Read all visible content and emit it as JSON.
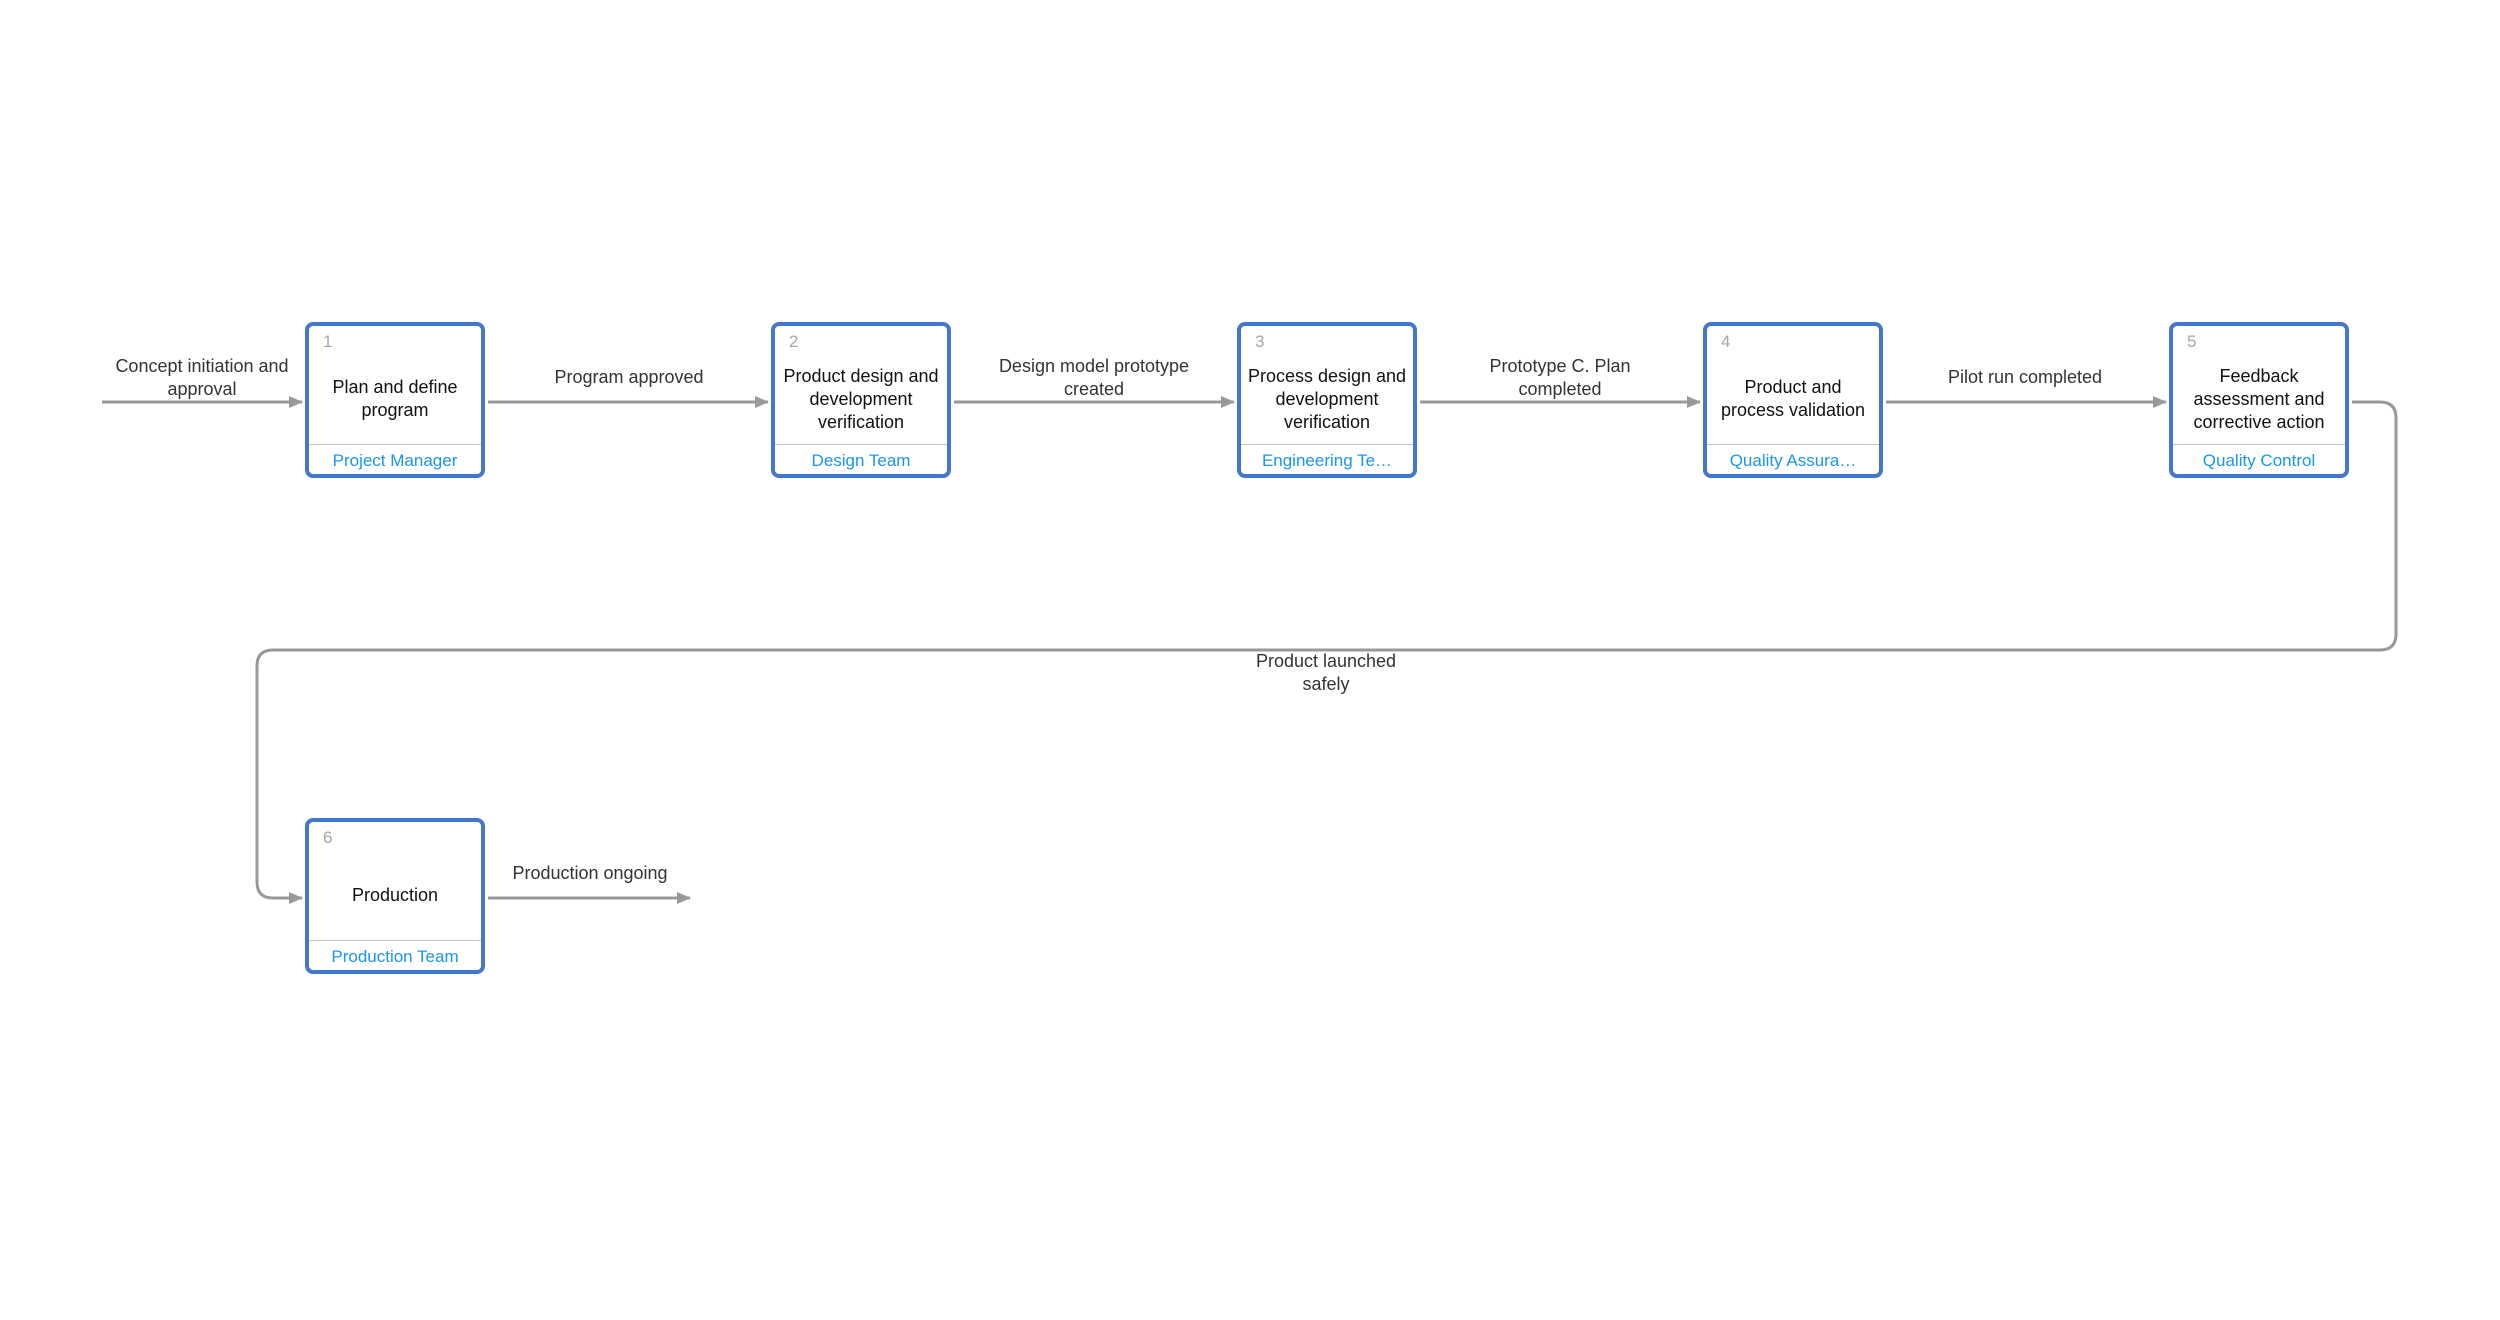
{
  "colors": {
    "node_border": "#4577c9",
    "node_number": "#a6a6a6",
    "owner_text": "#1a97e8",
    "connector": "#999999",
    "label_text": "#333333"
  },
  "flow": {
    "entry_label": "Concept initiation and approval",
    "steps": [
      {
        "number": "1",
        "title": "Plan and define program",
        "owner": "Project Manager",
        "outgoing_label": "Program approved"
      },
      {
        "number": "2",
        "title": "Product design and development verification",
        "owner": "Design Team",
        "outgoing_label": "Design model prototype created"
      },
      {
        "number": "3",
        "title": "Process design and development verification",
        "owner": "Engineering Te…",
        "outgoing_label": "Prototype C. Plan completed"
      },
      {
        "number": "4",
        "title": "Product and process validation",
        "owner": "Quality Assura…",
        "outgoing_label": "Pilot run completed"
      },
      {
        "number": "5",
        "title": "Feedback assessment and corrective action",
        "owner": "Quality Control",
        "outgoing_label": "Product launched safely"
      },
      {
        "number": "6",
        "title": "Production",
        "owner": "Production Team",
        "outgoing_label": "Production ongoing"
      }
    ]
  }
}
